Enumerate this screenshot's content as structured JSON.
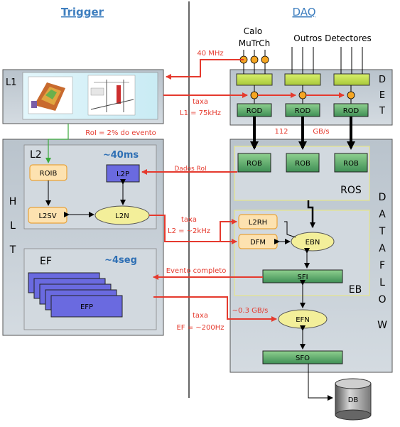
{
  "headers": {
    "trigger": "Trigger",
    "daq": "DAQ"
  },
  "detectors": {
    "calo": "Calo",
    "mutrch": "MuTrCh",
    "outros": "Outros Detectores"
  },
  "annotations": {
    "freq_40mhz": "40 MHz",
    "taxa_l1_a": "taxa",
    "taxa_l1_b": "L1 = 75kHz",
    "bandwidth_112": "112",
    "bandwidth_unit": "GB/s",
    "roi_fraction": "RoI = 2%  do evento",
    "dados_roi": "Dados RoI",
    "taxa_l2_a": "taxa",
    "taxa_l2_b": "L2 = ~2kHz",
    "evento_completo": "Evento completo",
    "gbs_03": "~0.3 GB/s",
    "taxa_ef_a": "taxa",
    "taxa_ef_b": "EF = ~200Hz"
  },
  "panels": {
    "l1": "L1",
    "det": [
      "D",
      "E",
      "T"
    ],
    "hlt": [
      "H",
      "L",
      "T"
    ],
    "l2": "L2",
    "l2_time": "~40ms",
    "ef": "EF",
    "ef_time": "~4seg",
    "ros": "ROS",
    "eb": "EB",
    "dataflow": [
      "D",
      "A",
      "T",
      "A",
      "F",
      "L",
      "O",
      "W"
    ]
  },
  "boxes": {
    "rod": "ROD",
    "rob": "ROB",
    "roib": "ROIB",
    "l2p": "L2P",
    "l2sv": "L2SV",
    "l2n": "L2N",
    "l2rh": "L2RH",
    "dfm": "DFM",
    "ebn": "EBN",
    "sfi": "SFI",
    "efn": "EFN",
    "sfo": "SFO",
    "efp": "EFP",
    "db": "DB"
  },
  "colors": {
    "flow_arrow": "#e53a2e",
    "green_box": "#5aa86a",
    "yellow_ellipse": "#f3ef9a",
    "orange_box": "#fde2b0",
    "orange_border": "#e8a33a",
    "panel_fill": "#c8d0d8",
    "header_blue": "#3f7fbf",
    "efp_fill": "#6a6ae0"
  }
}
